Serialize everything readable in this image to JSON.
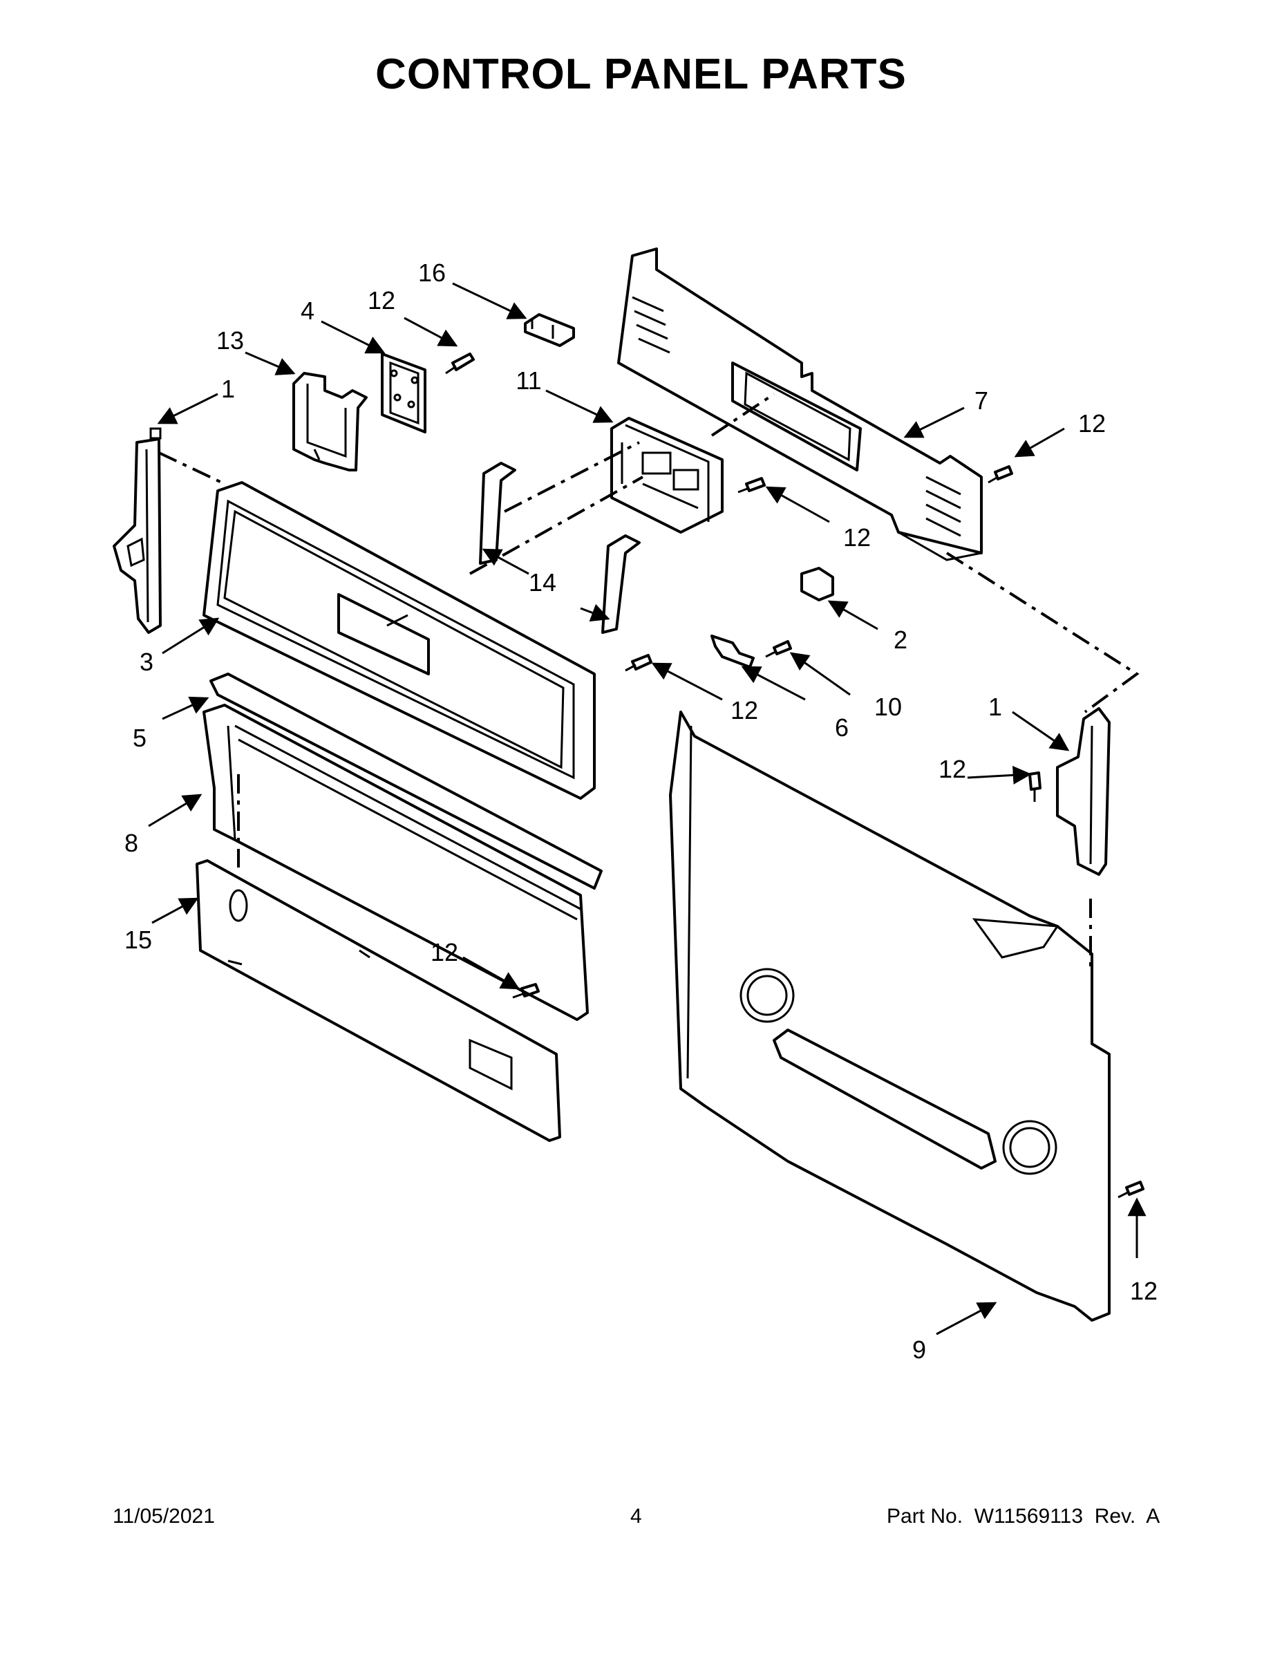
{
  "title": "CONTROL PANEL PARTS",
  "footer": {
    "date": "11/05/2021",
    "page_number": "4",
    "part_number": "Part No.  W11569113  Rev.  A"
  },
  "callouts": {
    "c16": "16",
    "c4": "4",
    "c12a": "12",
    "c13": "13",
    "c1a": "1",
    "c11": "11",
    "c7": "7",
    "c12b": "12",
    "c12c": "12",
    "c14": "14",
    "c3": "3",
    "c2": "2",
    "c12d": "12",
    "c10": "10",
    "c6": "6",
    "c5": "5",
    "c1b": "1",
    "c12e": "12",
    "c8": "8",
    "c15": "15",
    "c12f": "12",
    "c12g": "12",
    "c9": "9"
  }
}
